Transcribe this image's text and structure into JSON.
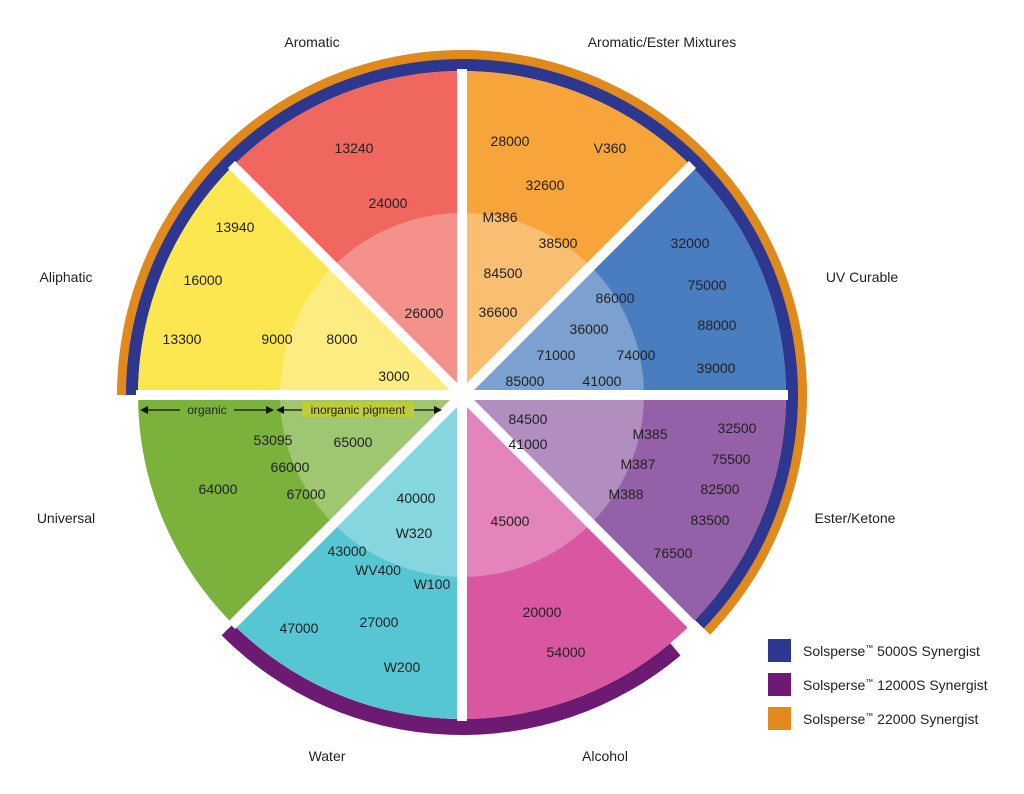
{
  "categories": {
    "aromatic": "Aromatic",
    "aromatic_ester": "Aromatic/Ester Mixtures",
    "uv_curable": "UV Curable",
    "ester_ketone": "Ester/Ketone",
    "alcohol": "Alcohol",
    "water": "Water",
    "universal": "Universal",
    "aliphatic": "Aliphatic"
  },
  "products": {
    "aromatic": [
      "13240",
      "24000",
      "26000"
    ],
    "aromatic_ester": [
      "28000",
      "V360",
      "32600",
      "M386",
      "38500",
      "84500",
      "36600"
    ],
    "uv_curable": [
      "32000",
      "75000",
      "86000",
      "88000",
      "36000",
      "71000",
      "74000",
      "39000",
      "85000",
      "41000"
    ],
    "ester_ketone": [
      "84500",
      "32500",
      "41000",
      "M385",
      "75500",
      "M387",
      "82500",
      "M388",
      "83500",
      "76500"
    ],
    "alcohol": [
      "45000",
      "20000",
      "54000"
    ],
    "water": [
      "40000",
      "W320",
      "43000",
      "WV400",
      "W100",
      "47000",
      "27000",
      "W200"
    ],
    "universal": [
      "53095",
      "65000",
      "66000",
      "64000",
      "67000"
    ],
    "aliphatic": [
      "13940",
      "16000",
      "13300",
      "9000",
      "8000",
      "3000"
    ]
  },
  "divider": {
    "organic": "organic",
    "inorganic": "inorganic pigment"
  },
  "legend": [
    {
      "brand": "Solsperse",
      "tm": "™",
      "text": " 5000S Synergist",
      "color": "#2E3790"
    },
    {
      "brand": "Solsperse",
      "tm": "™",
      "text": " 12000S Synergist",
      "color": "#6C1A72"
    },
    {
      "brand": "Solsperse",
      "tm": "™",
      "text": " 22000 Synergist",
      "color": "#E08A1E"
    }
  ],
  "colors": {
    "aromatic": "#F0675F",
    "aromatic_ester": "#F7A53B",
    "uv_curable": "#4A7DC0",
    "ester_ketone": "#9461A8",
    "alcohol": "#D957A0",
    "water": "#57C6D3",
    "universal": "#7BB23B",
    "aliphatic": "#FDE751",
    "synergist_5000s": "#2E3790",
    "synergist_12000s": "#6C1A72",
    "synergist_22000": "#E08A1E"
  }
}
